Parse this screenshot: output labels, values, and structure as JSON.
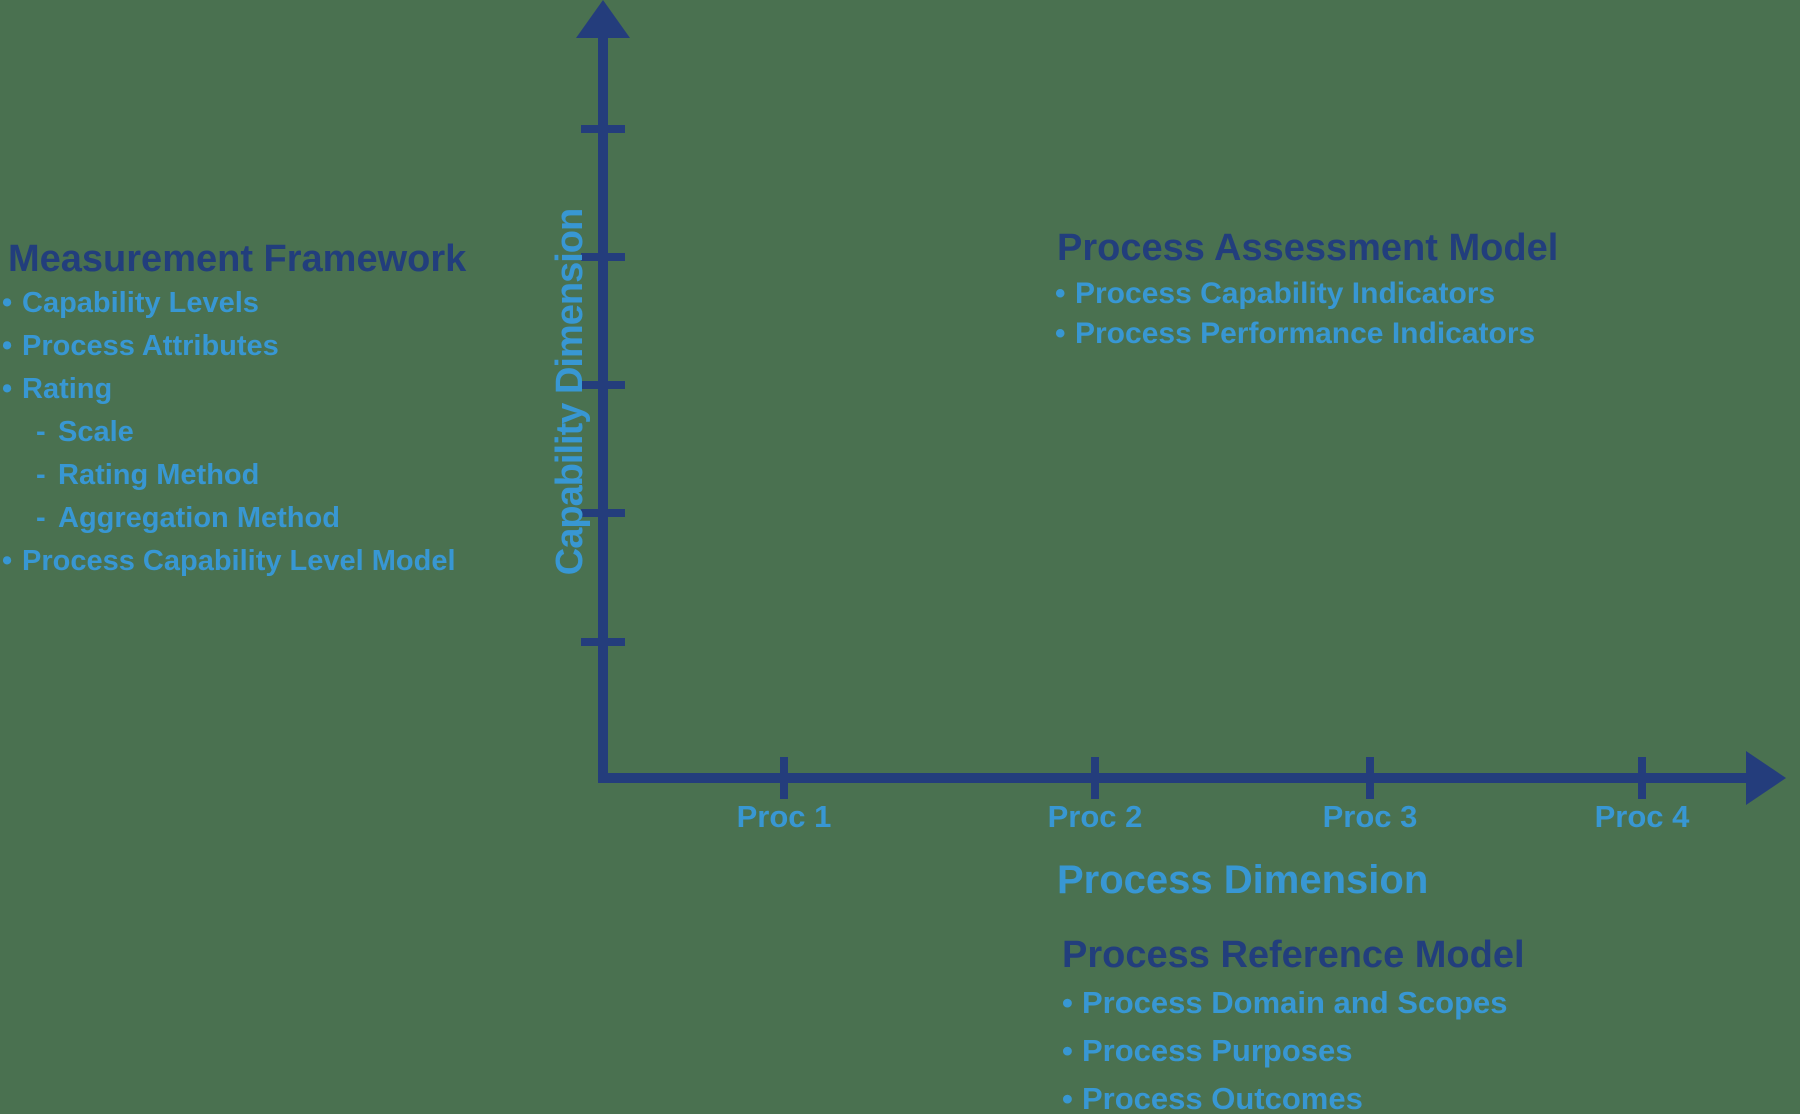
{
  "colors": {
    "background": "#4a7150",
    "navy": "#223e7c",
    "light_blue": "#3897d3"
  },
  "axes": {
    "y_label": "Capability Dimension",
    "x_label": "Process Dimension",
    "x_tick_labels": [
      "Proc 1",
      "Proc 2",
      "Proc 3",
      "Proc 4"
    ]
  },
  "measurement_framework": {
    "title": "Measurement Framework",
    "items": [
      {
        "marker": "•",
        "text": "Capability Levels"
      },
      {
        "marker": "•",
        "text": "Process Attributes"
      },
      {
        "marker": "•",
        "text": "Rating"
      },
      {
        "marker": "-",
        "text": "Scale"
      },
      {
        "marker": "-",
        "text": "Rating Method"
      },
      {
        "marker": "-",
        "text": "Aggregation Method"
      },
      {
        "marker": "•",
        "text": "Process Capability Level Model"
      }
    ]
  },
  "process_assessment_model": {
    "title": "Process Assessment Model",
    "items": [
      {
        "marker": "•",
        "text": "Process Capability Indicators"
      },
      {
        "marker": "•",
        "text": "Process Performance Indicators"
      }
    ]
  },
  "process_reference_model": {
    "title": "Process Reference Model",
    "items": [
      {
        "marker": "•",
        "text": "Process Domain and Scopes"
      },
      {
        "marker": "•",
        "text": "Process Purposes"
      },
      {
        "marker": "•",
        "text": "Process Outcomes"
      }
    ]
  }
}
